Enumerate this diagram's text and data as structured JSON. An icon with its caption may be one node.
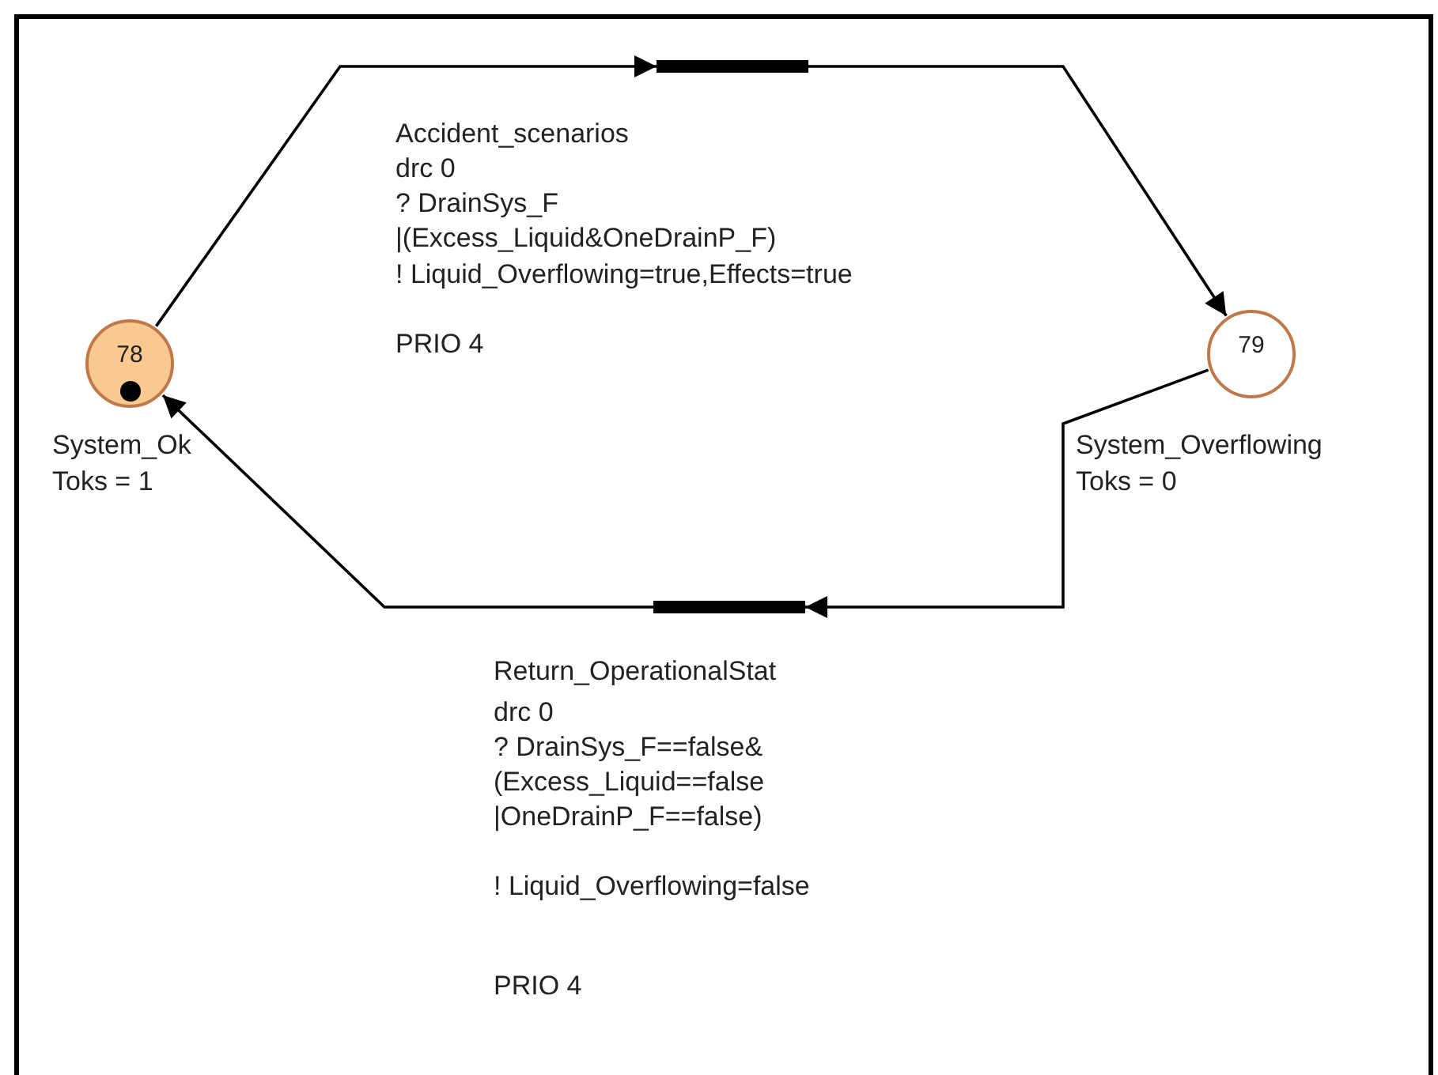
{
  "diagram": {
    "nodes": [
      {
        "text": [
          "78"
        ],
        "beside": [
          "System_Ok",
          "Toks = 1"
        ]
      },
      {
        "text": [],
        "shape": "bar",
        "beside": [
          "Accident_scenarios",
          "drc 0",
          "? DrainSys_F",
          "|(Excess_Liquid&OneDrainP_F)",
          "! Liquid_Overflowing=true,Effects=true",
          "PRIO 4"
        ]
      },
      {
        "text": [
          "79"
        ],
        "beside": [
          "System_Overflowing",
          "Toks = 0"
        ]
      },
      {
        "text": [],
        "shape": "bar",
        "beside": [
          "Return_OperationalStat",
          "drc 0",
          "? DrainSys_F==false&",
          "(Excess_Liquid==false",
          "|OneDrainP_F==false)",
          "! Liquid_Overflowing=false",
          "PRIO 4"
        ]
      }
    ],
    "edges": [
      {
        "from": 0,
        "to": 1,
        "arrow": "to"
      },
      {
        "from": 1,
        "to": 2,
        "arrow": "to"
      },
      {
        "from": 2,
        "to": 3,
        "arrow": "to"
      },
      {
        "from": 3,
        "to": 0,
        "arrow": "to"
      }
    ]
  }
}
